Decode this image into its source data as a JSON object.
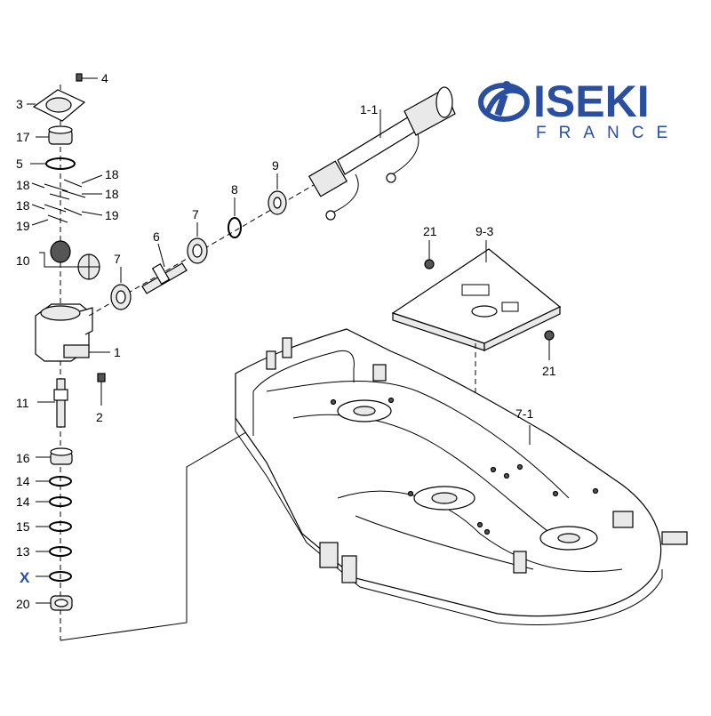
{
  "brand": {
    "name": "ISEKI",
    "country": "FRANCE",
    "color": "#2a4ea0"
  },
  "callouts": {
    "c4": "4",
    "c3": "3",
    "c17": "17",
    "c5": "5",
    "c18a": "18",
    "c18b": "18",
    "c18c": "18",
    "c18d": "18",
    "c19a": "19",
    "c19b": "19",
    "c10": "10",
    "c1": "1",
    "c2": "2",
    "c11": "11",
    "c16": "16",
    "c14a": "14",
    "c14b": "14",
    "c15": "15",
    "c13": "13",
    "cX": "X",
    "c20": "20",
    "c6": "6",
    "c7a": "7",
    "c7b": "7",
    "c8": "8",
    "c9": "9",
    "c1_1": "1-1",
    "c21a": "21",
    "c21b": "21",
    "c9_3": "9-3",
    "c7_1": "7-1"
  }
}
